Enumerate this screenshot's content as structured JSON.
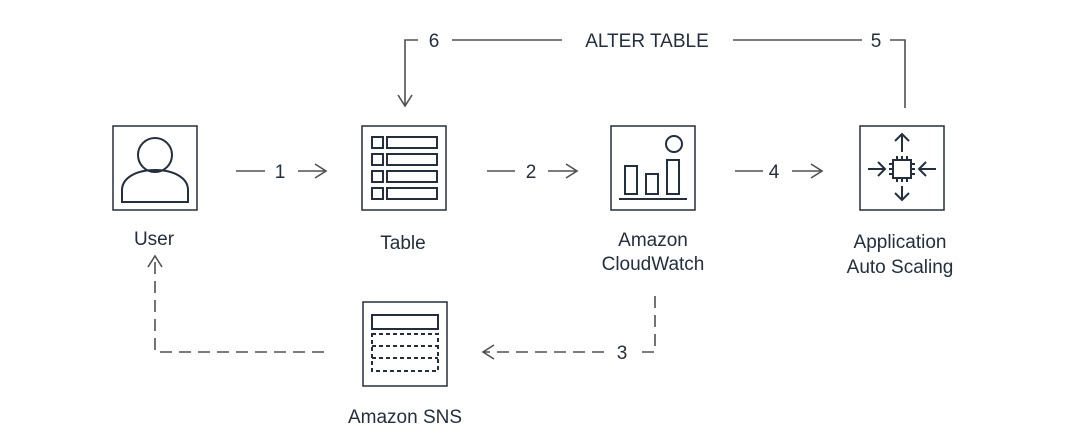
{
  "nodes": {
    "user": {
      "label": "User",
      "icon": "user-icon"
    },
    "table": {
      "label": "Table",
      "icon": "table-icon"
    },
    "cloudwatch": {
      "label_line1": "Amazon",
      "label_line2": "CloudWatch",
      "icon": "cloudwatch-icon"
    },
    "autoscaling": {
      "label_line1": "Application",
      "label_line2": "Auto Scaling",
      "icon": "auto-scaling-icon"
    },
    "sns": {
      "label": "Amazon SNS",
      "icon": "sns-icon"
    }
  },
  "edges": {
    "step1": "1",
    "step2": "2",
    "step3": "3",
    "step4": "4",
    "step5": "5",
    "step6": "6",
    "alter_table": "ALTER TABLE"
  },
  "colors": {
    "stroke": "#232f3e",
    "arrow": "#505050",
    "background": "#ffffff"
  }
}
